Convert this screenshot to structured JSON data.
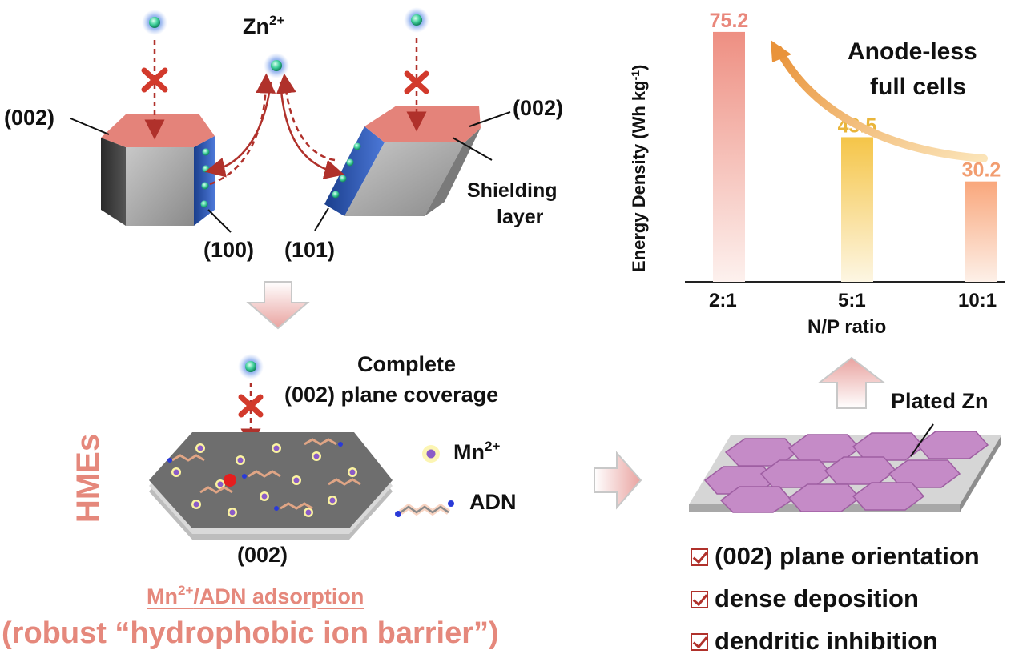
{
  "top": {
    "zn_label": "Zn",
    "zn_charge": "2+",
    "label_002_left": "(002)",
    "label_002_right": "(002)",
    "label_100": "(100)",
    "label_101": "(101)",
    "shielding_line1": "Shielding",
    "shielding_line2": "layer"
  },
  "middle": {
    "coverage_line1": "Complete",
    "coverage_line2": "(002) plane coverage",
    "hmes": "HMEs",
    "legend_mn": "Mn",
    "legend_mn_charge": "2+",
    "legend_adn": "ADN",
    "label_002_bottom": "(002)"
  },
  "bottom": {
    "adsorption_prefix": "Mn",
    "adsorption_charge": "2+",
    "adsorption_suffix": "/ADN adsorption",
    "barrier": "(robust “hydrophobic ion barrier”)"
  },
  "right": {
    "anode_line1": "Anode-less",
    "anode_line2": "full cells",
    "plated_zn": "Plated Zn",
    "checks": [
      "(002) plane orientation",
      "dense deposition",
      "dendritic inhibition"
    ]
  },
  "chart_data": {
    "type": "bar",
    "categories": [
      "2:1",
      "5:1",
      "10:1"
    ],
    "values": [
      75.2,
      43.5,
      30.2
    ],
    "value_labels": [
      "75.2",
      "43.5",
      "30.2"
    ],
    "xlabel": "N/P ratio",
    "ylabel": "Energy Density (Wh kg",
    "ylabel_sup": "-1",
    "ylabel_end": ")",
    "ylim": [
      0,
      80
    ],
    "colors": [
      "#ee8f82",
      "#f5c548",
      "#f9a77c"
    ],
    "label_colors": [
      "#e9877b",
      "#e9b53a",
      "#f29d70"
    ]
  }
}
